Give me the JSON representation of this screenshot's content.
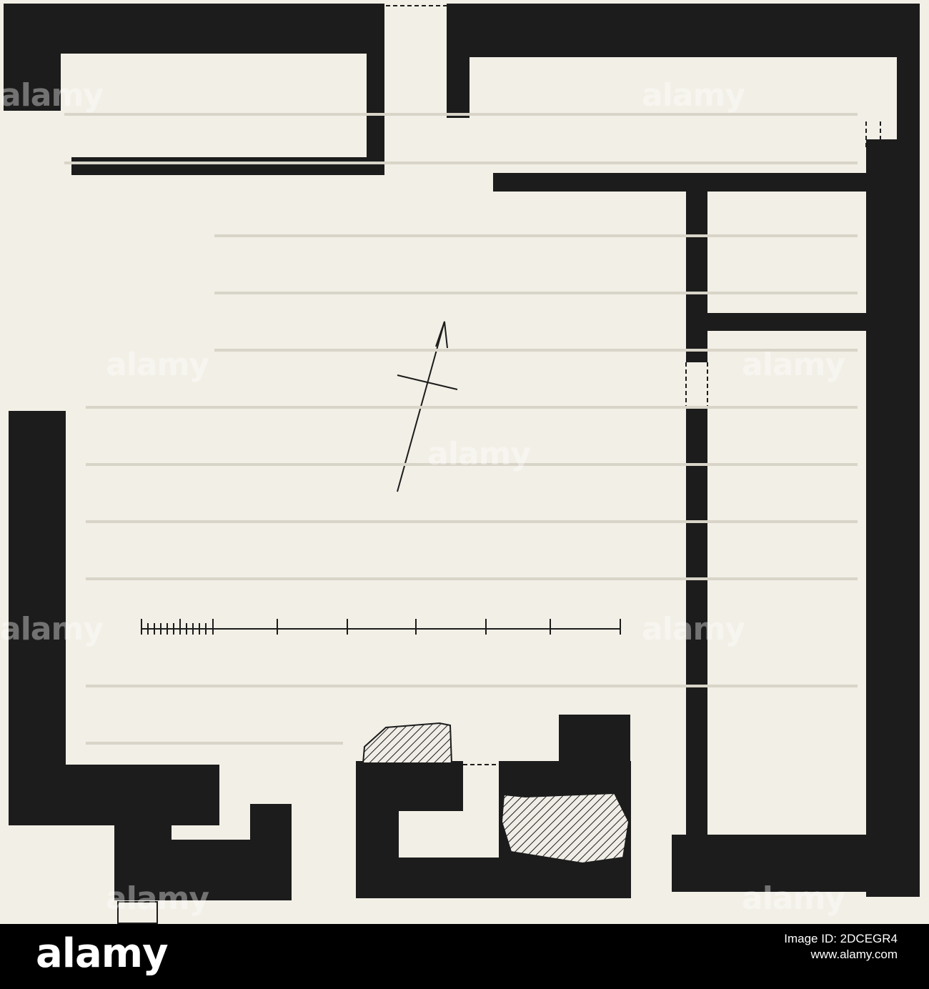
{
  "image": {
    "watermark_text": "alamy"
  },
  "colors": {
    "background": "#f2efe6",
    "wall": "#1c1c1c",
    "footer": "#000000",
    "footer_text": "#ffffff"
  },
  "footer": {
    "logo": "alamy",
    "image_id_line": "Image ID: 2DCEGR4",
    "url_line": "www.alamy.com"
  }
}
